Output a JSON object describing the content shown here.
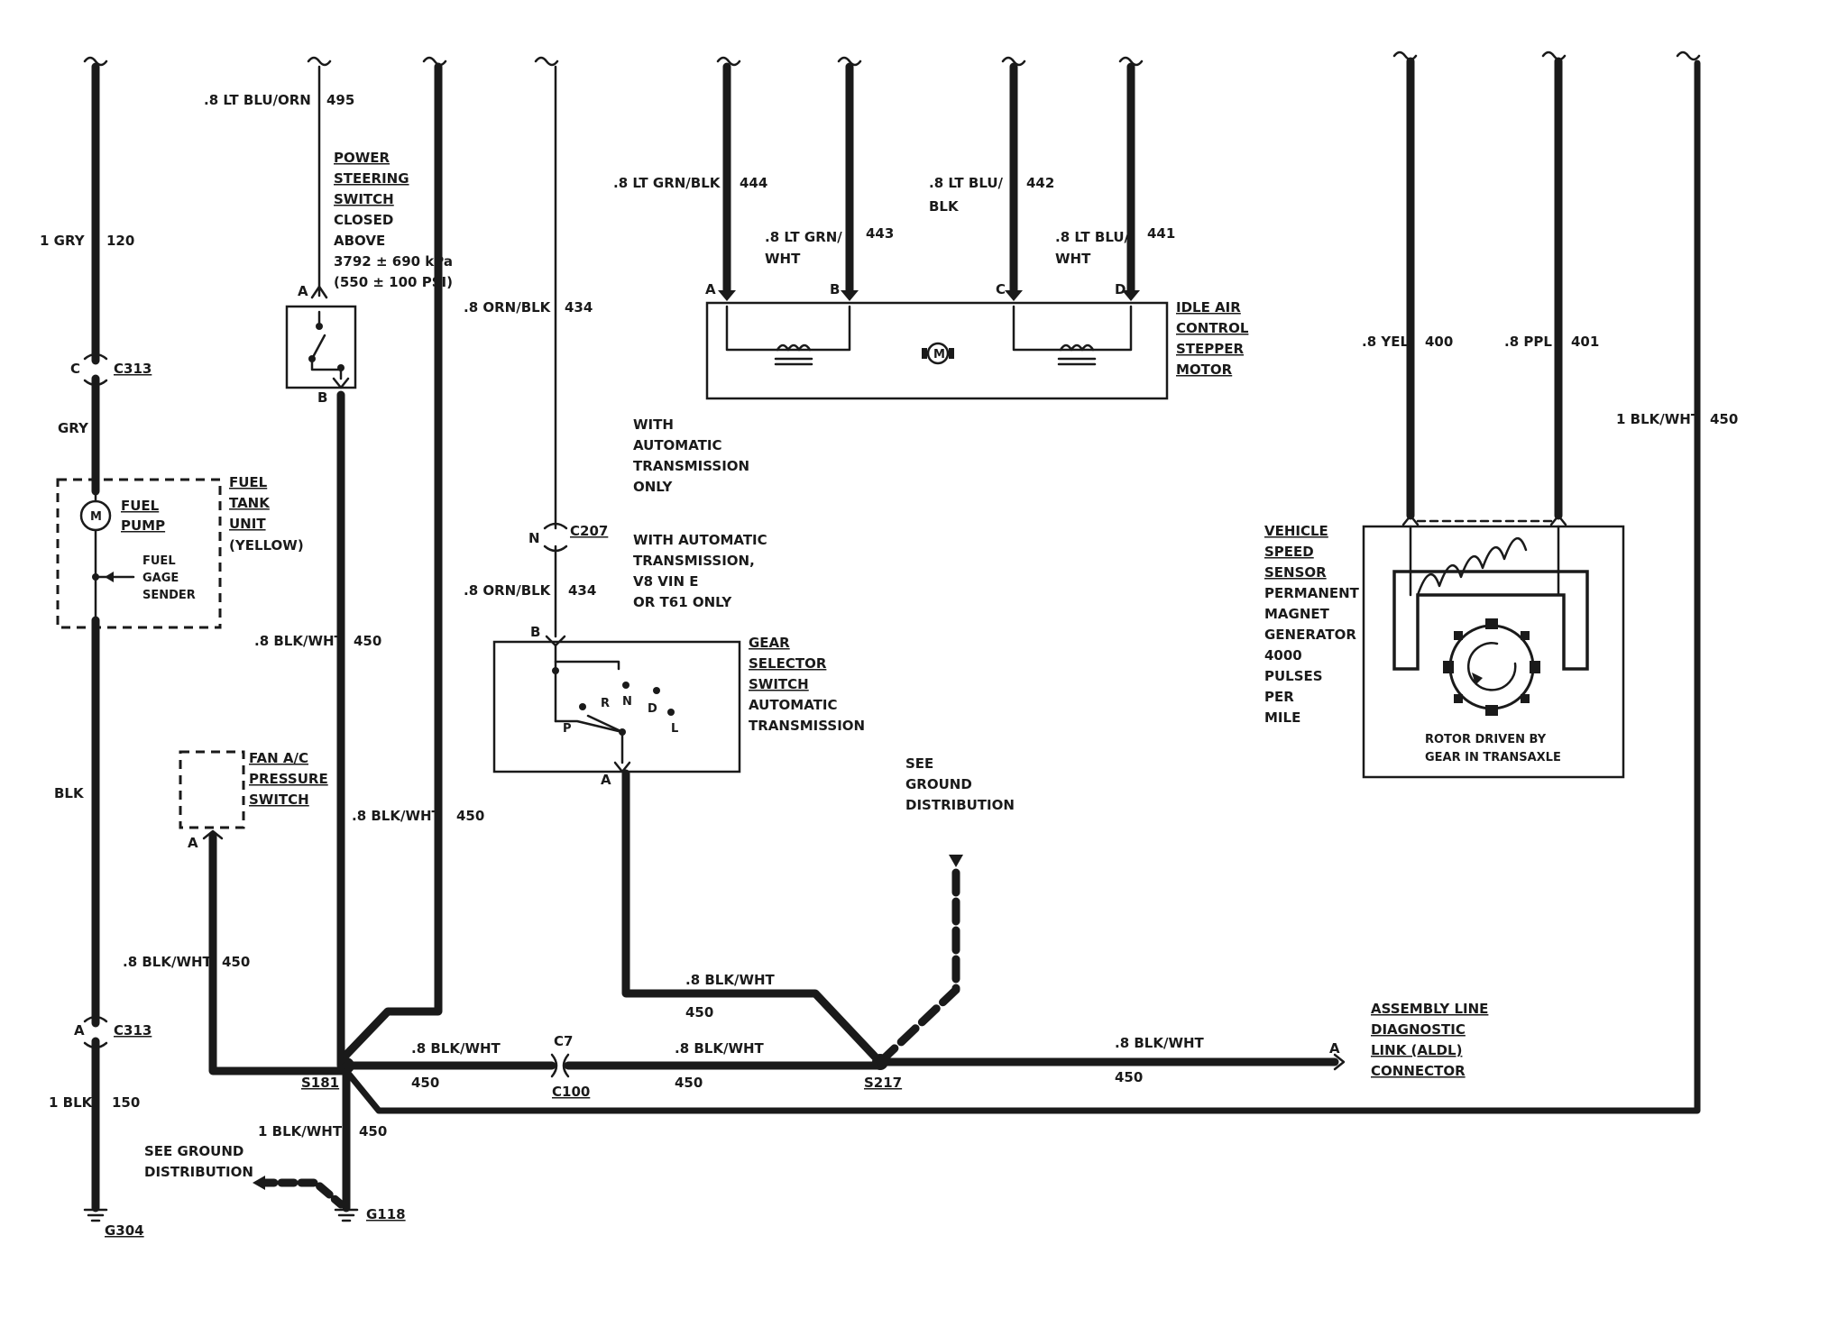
{
  "wires": {
    "w120": {
      "size_color": "1 GRY",
      "circuit": "120"
    },
    "w120_gry": {
      "color": "GRY"
    },
    "w120_blk": {
      "color": "BLK"
    },
    "w150": {
      "size_color": "1 BLK",
      "circuit": "150"
    },
    "w495": {
      "size_color": ".8 LT BLU/ORN",
      "circuit": "495"
    },
    "w450_ps": {
      "size_color": ".8 BLK/WHT",
      "circuit": "450"
    },
    "w434_top": {
      "size_color": ".8 ORN/BLK",
      "circuit": "434"
    },
    "w434_bot": {
      "size_color": ".8 ORN/BLK",
      "circuit": "434"
    },
    "w450_mid": {
      "size_color": ".8 BLK/WHT",
      "circuit": "450"
    },
    "w450_fan": {
      "size_color": ".8 BLK/WHT",
      "circuit": "450"
    },
    "w450_c7": {
      "size_color": ".8 BLK/WHT",
      "circuit": "450"
    },
    "w450_s217": {
      "size_color": ".8 BLK/WHT",
      "circuit": "450"
    },
    "w450_gear": {
      "size_color": ".8 BLK/WHT",
      "circuit": "450"
    },
    "w450_aldl": {
      "size_color": ".8 BLK/WHT",
      "circuit": "450"
    },
    "w450_g118": {
      "size_color": "1 BLK/WHT",
      "circuit": "450"
    },
    "w450_right": {
      "size_color": "1 BLK/WHT",
      "circuit": "450"
    },
    "w444": {
      "size_color": ".8 LT GRN/BLK",
      "circuit": "444"
    },
    "w443": {
      "size_color_1": ".8 LT GRN/",
      "size_color_2": "WHT",
      "circuit": "443"
    },
    "w442": {
      "size_color_1": ".8 LT BLU/",
      "size_color_2": "BLK",
      "circuit": "442"
    },
    "w441": {
      "size_color_1": ".8 LT BLU/",
      "size_color_2": "WHT",
      "circuit": "441"
    },
    "w400": {
      "size_color": ".8 YEL",
      "circuit": "400"
    },
    "w401": {
      "size_color": ".8 PPL",
      "circuit": "401"
    }
  },
  "connectors": {
    "c313_top": {
      "name": "C313",
      "pin": "C"
    },
    "c313_bot": {
      "name": "C313",
      "pin": "A"
    },
    "c207": {
      "name": "C207",
      "pin": "N"
    },
    "c100": {
      "name": "C100",
      "pin": "C7"
    },
    "pin_a_ps": "A",
    "pin_b_ps": "B",
    "pin_b_gear": "B",
    "pin_a_gear": "A",
    "pin_a_fan": "A",
    "pin_a_aldl": "A",
    "iac_pins": [
      "A",
      "B",
      "C",
      "D"
    ]
  },
  "splices": {
    "s181": "S181",
    "s217": "S217"
  },
  "grounds": {
    "g304": "G304",
    "g118": "G118"
  },
  "components": {
    "power_steering": {
      "title": [
        "POWER",
        "STEERING",
        "SWITCH"
      ],
      "desc": [
        "CLOSED",
        "ABOVE",
        "3792 ± 690 kPa",
        "(550 ± 100 PSI)"
      ]
    },
    "fuel_pump": {
      "title": [
        "FUEL",
        "PUMP"
      ],
      "motor": "M",
      "sender": [
        "FUEL",
        "GAGE",
        "SENDER"
      ]
    },
    "fuel_tank": {
      "title": [
        "FUEL",
        "TANK",
        "UNIT"
      ],
      "color": "(YELLOW)"
    },
    "fan_switch": {
      "title": [
        "FAN A/C",
        "PRESSURE",
        "SWITCH"
      ]
    },
    "gear_selector": {
      "title": [
        "GEAR",
        "SELECTOR",
        "SWITCH"
      ],
      "desc": [
        "AUTOMATIC",
        "TRANSMISSION"
      ],
      "positions": [
        "P",
        "R",
        "N",
        "D",
        "L"
      ]
    },
    "iac": {
      "title": [
        "IDLE AIR",
        "CONTROL",
        "STEPPER",
        "MOTOR"
      ],
      "motor": "M"
    },
    "vss": {
      "title": [
        "VEHICLE",
        "SPEED",
        "SENSOR"
      ],
      "desc": [
        "PERMANENT",
        "MAGNET",
        "GENERATOR",
        "4000",
        "PULSES",
        "PER",
        "MILE"
      ],
      "rotor": [
        "ROTOR DRIVEN BY",
        "GEAR IN TRANSAXLE"
      ]
    },
    "aldl": {
      "title": [
        "ASSEMBLY LINE",
        "DIAGNOSTIC",
        "LINK (ALDL)",
        "CONNECTOR"
      ]
    }
  },
  "notes": {
    "auto_only": [
      "WITH",
      "AUTOMATIC",
      "TRANSMISSION",
      "ONLY"
    ],
    "auto_v8": [
      "WITH AUTOMATIC",
      "TRANSMISSION,",
      "V8 VIN E",
      "OR T61 ONLY"
    ],
    "ground_dist_right": [
      "SEE",
      "GROUND",
      "DISTRIBUTION"
    ],
    "ground_dist_left": [
      "SEE GROUND",
      "DISTRIBUTION"
    ]
  }
}
